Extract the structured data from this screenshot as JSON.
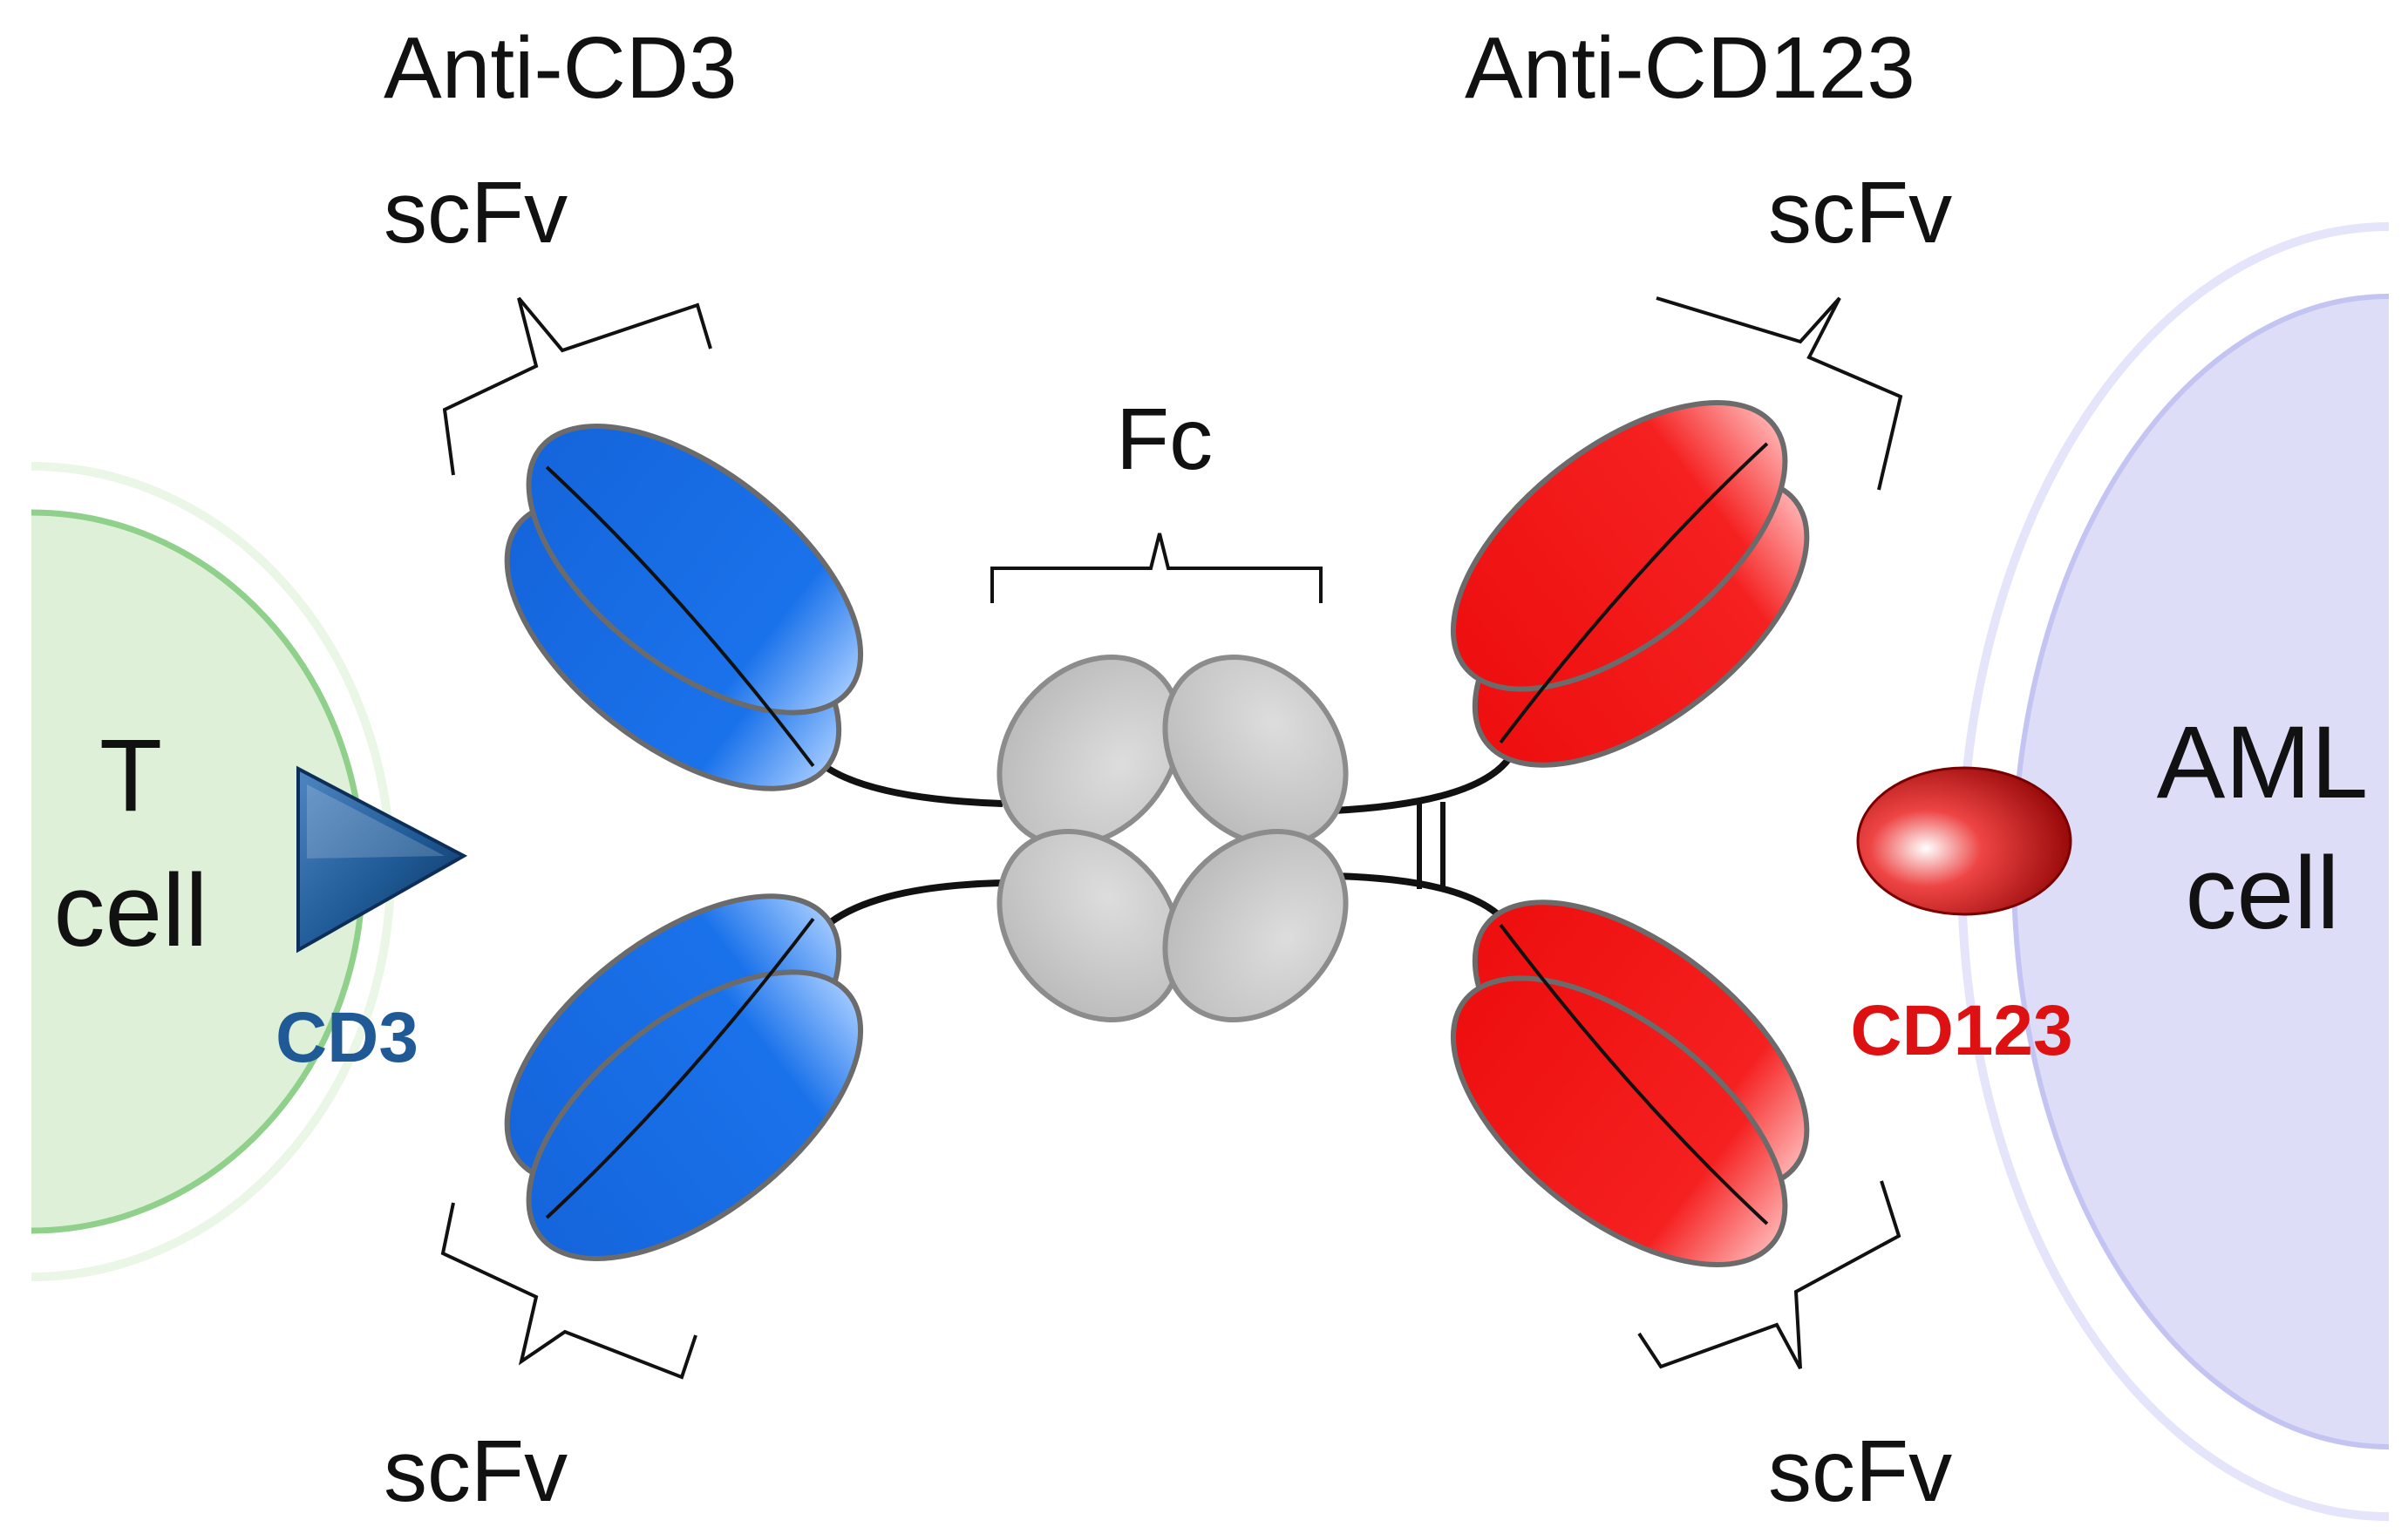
{
  "labels": {
    "anti_cd3": "Anti-CD3",
    "anti_cd123": "Anti-CD123",
    "scfv_top_left": "scFv",
    "scfv_top_right": "scFv",
    "scfv_bottom_left": "scFv",
    "scfv_bottom_right": "scFv",
    "fc": "Fc",
    "t_cell_line1": "T",
    "t_cell_line2": "cell",
    "aml_cell_line1": "AML",
    "aml_cell_line2": "cell",
    "cd3": "CD3",
    "cd123": "CD123"
  },
  "colors": {
    "anti_cd3_domain": "#1a6fe0",
    "anti_cd123_domain": "#ee1111",
    "fc_domain": "#c8c8c8",
    "t_cell_fill": "#dff0d8",
    "t_cell_border": "#8fd08a",
    "aml_cell_fill": "#ddddf8",
    "aml_cell_border": "#c4c4f2",
    "cd3_receptor": "#1f5a96",
    "cd3_label": "#1f5a96",
    "cd123_receptor": "#c80000",
    "cd123_label": "#dd1111"
  }
}
